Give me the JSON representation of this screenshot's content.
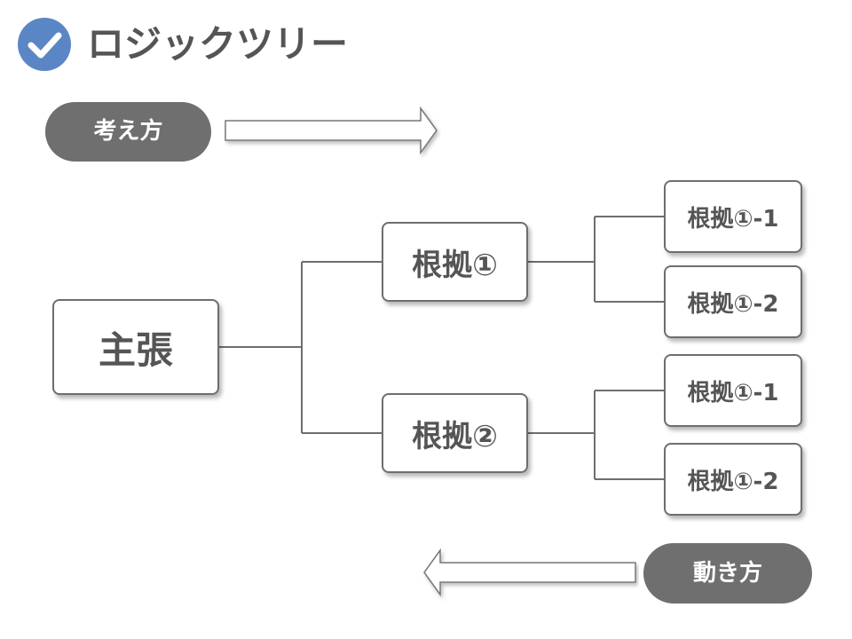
{
  "title": {
    "text": "ロジックツリー",
    "icon": "check-circle-icon",
    "icon_color": "#5b86c6"
  },
  "labels": {
    "think": "考え方",
    "move": "動き方"
  },
  "tree": {
    "claim": "主張",
    "reason1": {
      "label": "根拠①",
      "children": [
        "根拠①-1",
        "根拠①-2"
      ]
    },
    "reason2": {
      "label": "根拠②",
      "children": [
        "根拠①-1",
        "根拠①-2"
      ]
    }
  },
  "colors": {
    "text": "#555555",
    "pill": "#6f6f6f",
    "line": "#6e6e6e"
  }
}
